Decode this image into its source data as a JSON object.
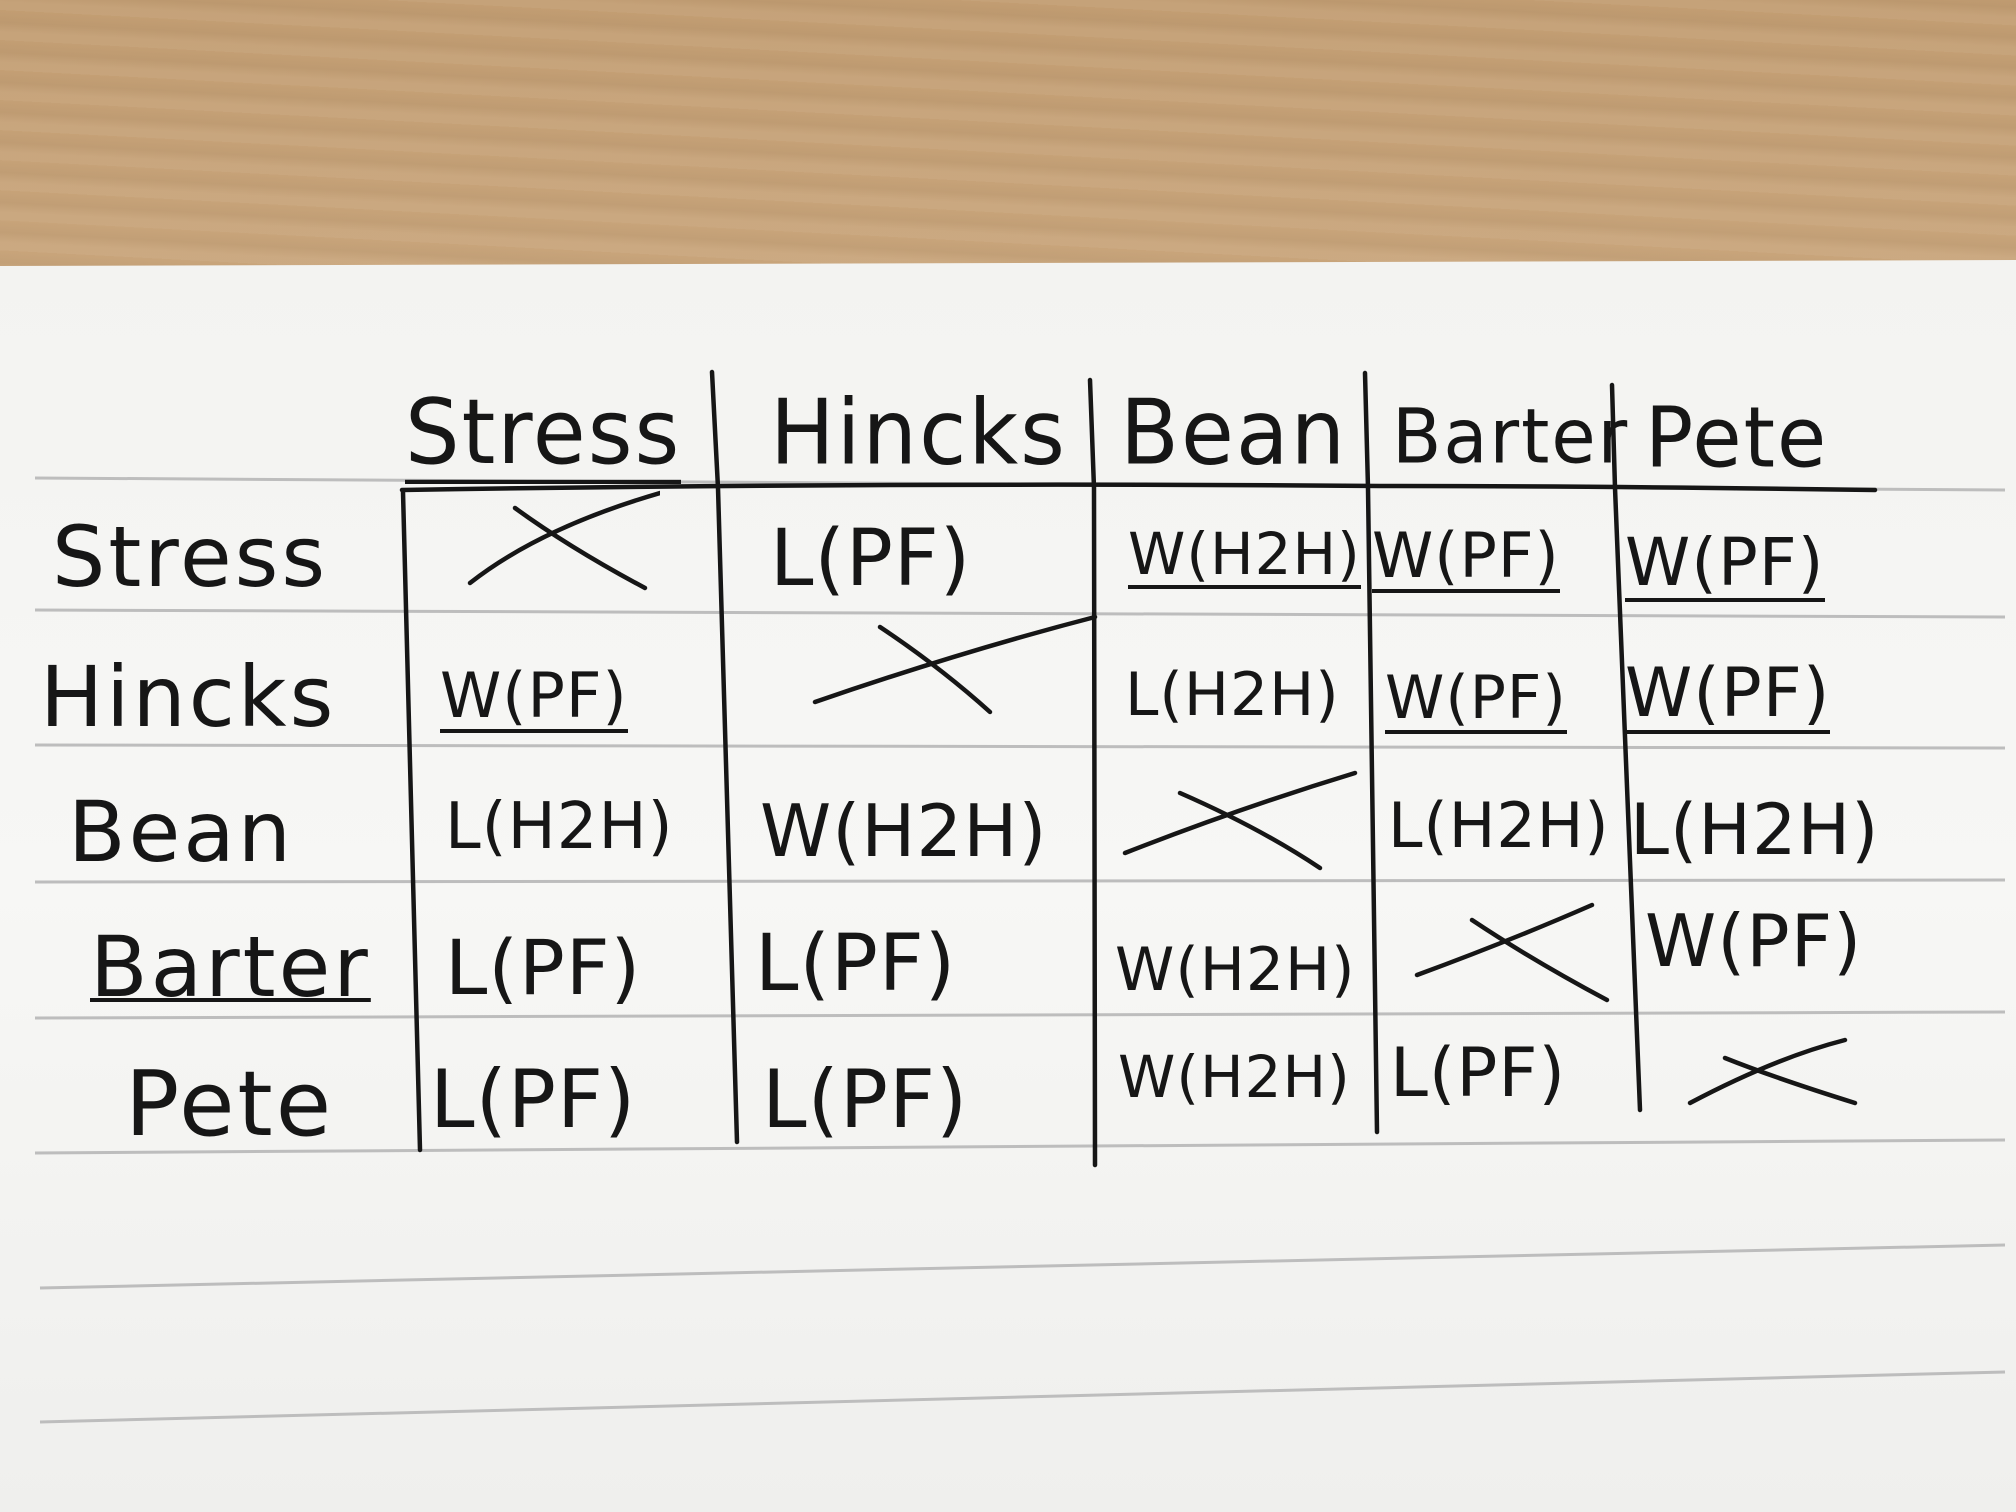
{
  "table": {
    "columns": [
      "Stress",
      "Hincks",
      "Bean",
      "Barter",
      "Pete"
    ],
    "rows": [
      {
        "label": "Stress",
        "cells": [
          "",
          "L(PF)",
          "W(H2H)",
          "W(PF)",
          "W(PF)"
        ]
      },
      {
        "label": "Hincks",
        "cells": [
          "W(PF)",
          "",
          "L(H2H)",
          "W(PF)",
          "W(PF)"
        ]
      },
      {
        "label": "Bean",
        "cells": [
          "L(H2H)",
          "W(H2H)",
          "",
          "L(H2H)",
          "L(H2H)"
        ]
      },
      {
        "label": "Barter",
        "cells": [
          "L(PF)",
          "L(PF)",
          "W(H2H)",
          "",
          "W(PF)"
        ]
      },
      {
        "label": "Pete",
        "cells": [
          "L(PF)",
          "L(PF)",
          "W(H2H)",
          "L(PF)",
          ""
        ]
      }
    ]
  },
  "colors": {
    "ink": "#161616",
    "paper": "#f5f5f3",
    "rule": "#bdbdbd",
    "desk": "#cfab81"
  }
}
